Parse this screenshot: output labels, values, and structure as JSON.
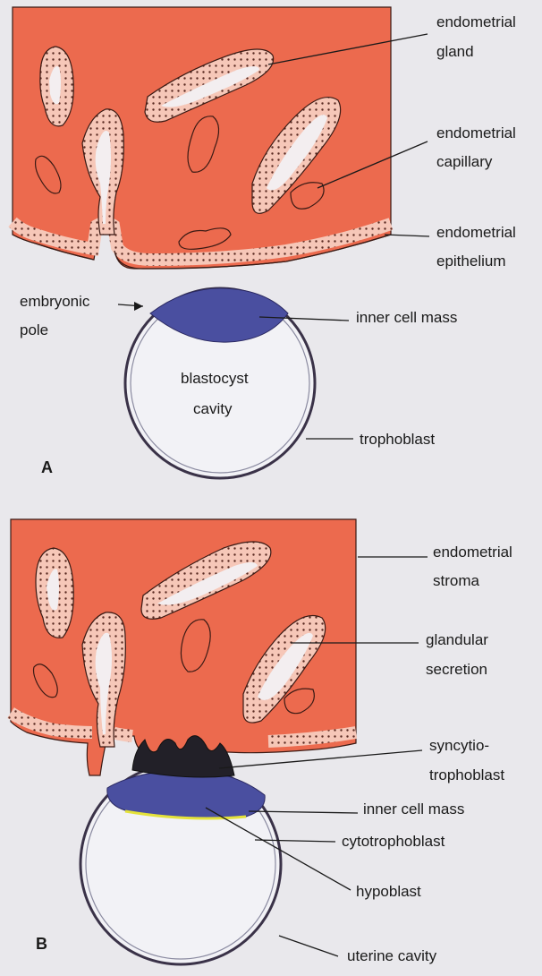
{
  "colors": {
    "stroma": "#ec6a4e",
    "gland_fill": "#f4b6a6",
    "embryoblast": "#4a4fa0",
    "cavity": "#f2f2f6",
    "background": "#e9e8ec",
    "hypoblast_line": "#e4e23a",
    "syncytio": "#222028"
  },
  "panel_a": {
    "letter": "A",
    "labels": {
      "endometrial_gland_1": "endometrial",
      "endometrial_gland_2": "gland",
      "endometrial_capillary_1": "endometrial",
      "endometrial_capillary_2": "capillary",
      "endometrial_epithelium_1": "endometrial",
      "endometrial_epithelium_2": "epithelium",
      "embryonic_pole_1": "embryonic",
      "embryonic_pole_2": "pole",
      "inner_cell_mass": "inner cell mass",
      "blastocyst_cavity_1": "blastocyst",
      "blastocyst_cavity_2": "cavity",
      "trophoblast": "trophoblast"
    }
  },
  "panel_b": {
    "letter": "B",
    "labels": {
      "endometrial_stroma_1": "endometrial",
      "endometrial_stroma_2": "stroma",
      "glandular_secretion_1": "glandular",
      "glandular_secretion_2": "secretion",
      "syncytiotrophoblast_1": "syncytio-",
      "syncytiotrophoblast_2": "trophoblast",
      "inner_cell_mass": "inner cell mass",
      "cytotrophoblast": "cytotrophoblast",
      "hypoblast": "hypoblast",
      "uterine_cavity": "uterine cavity"
    }
  }
}
